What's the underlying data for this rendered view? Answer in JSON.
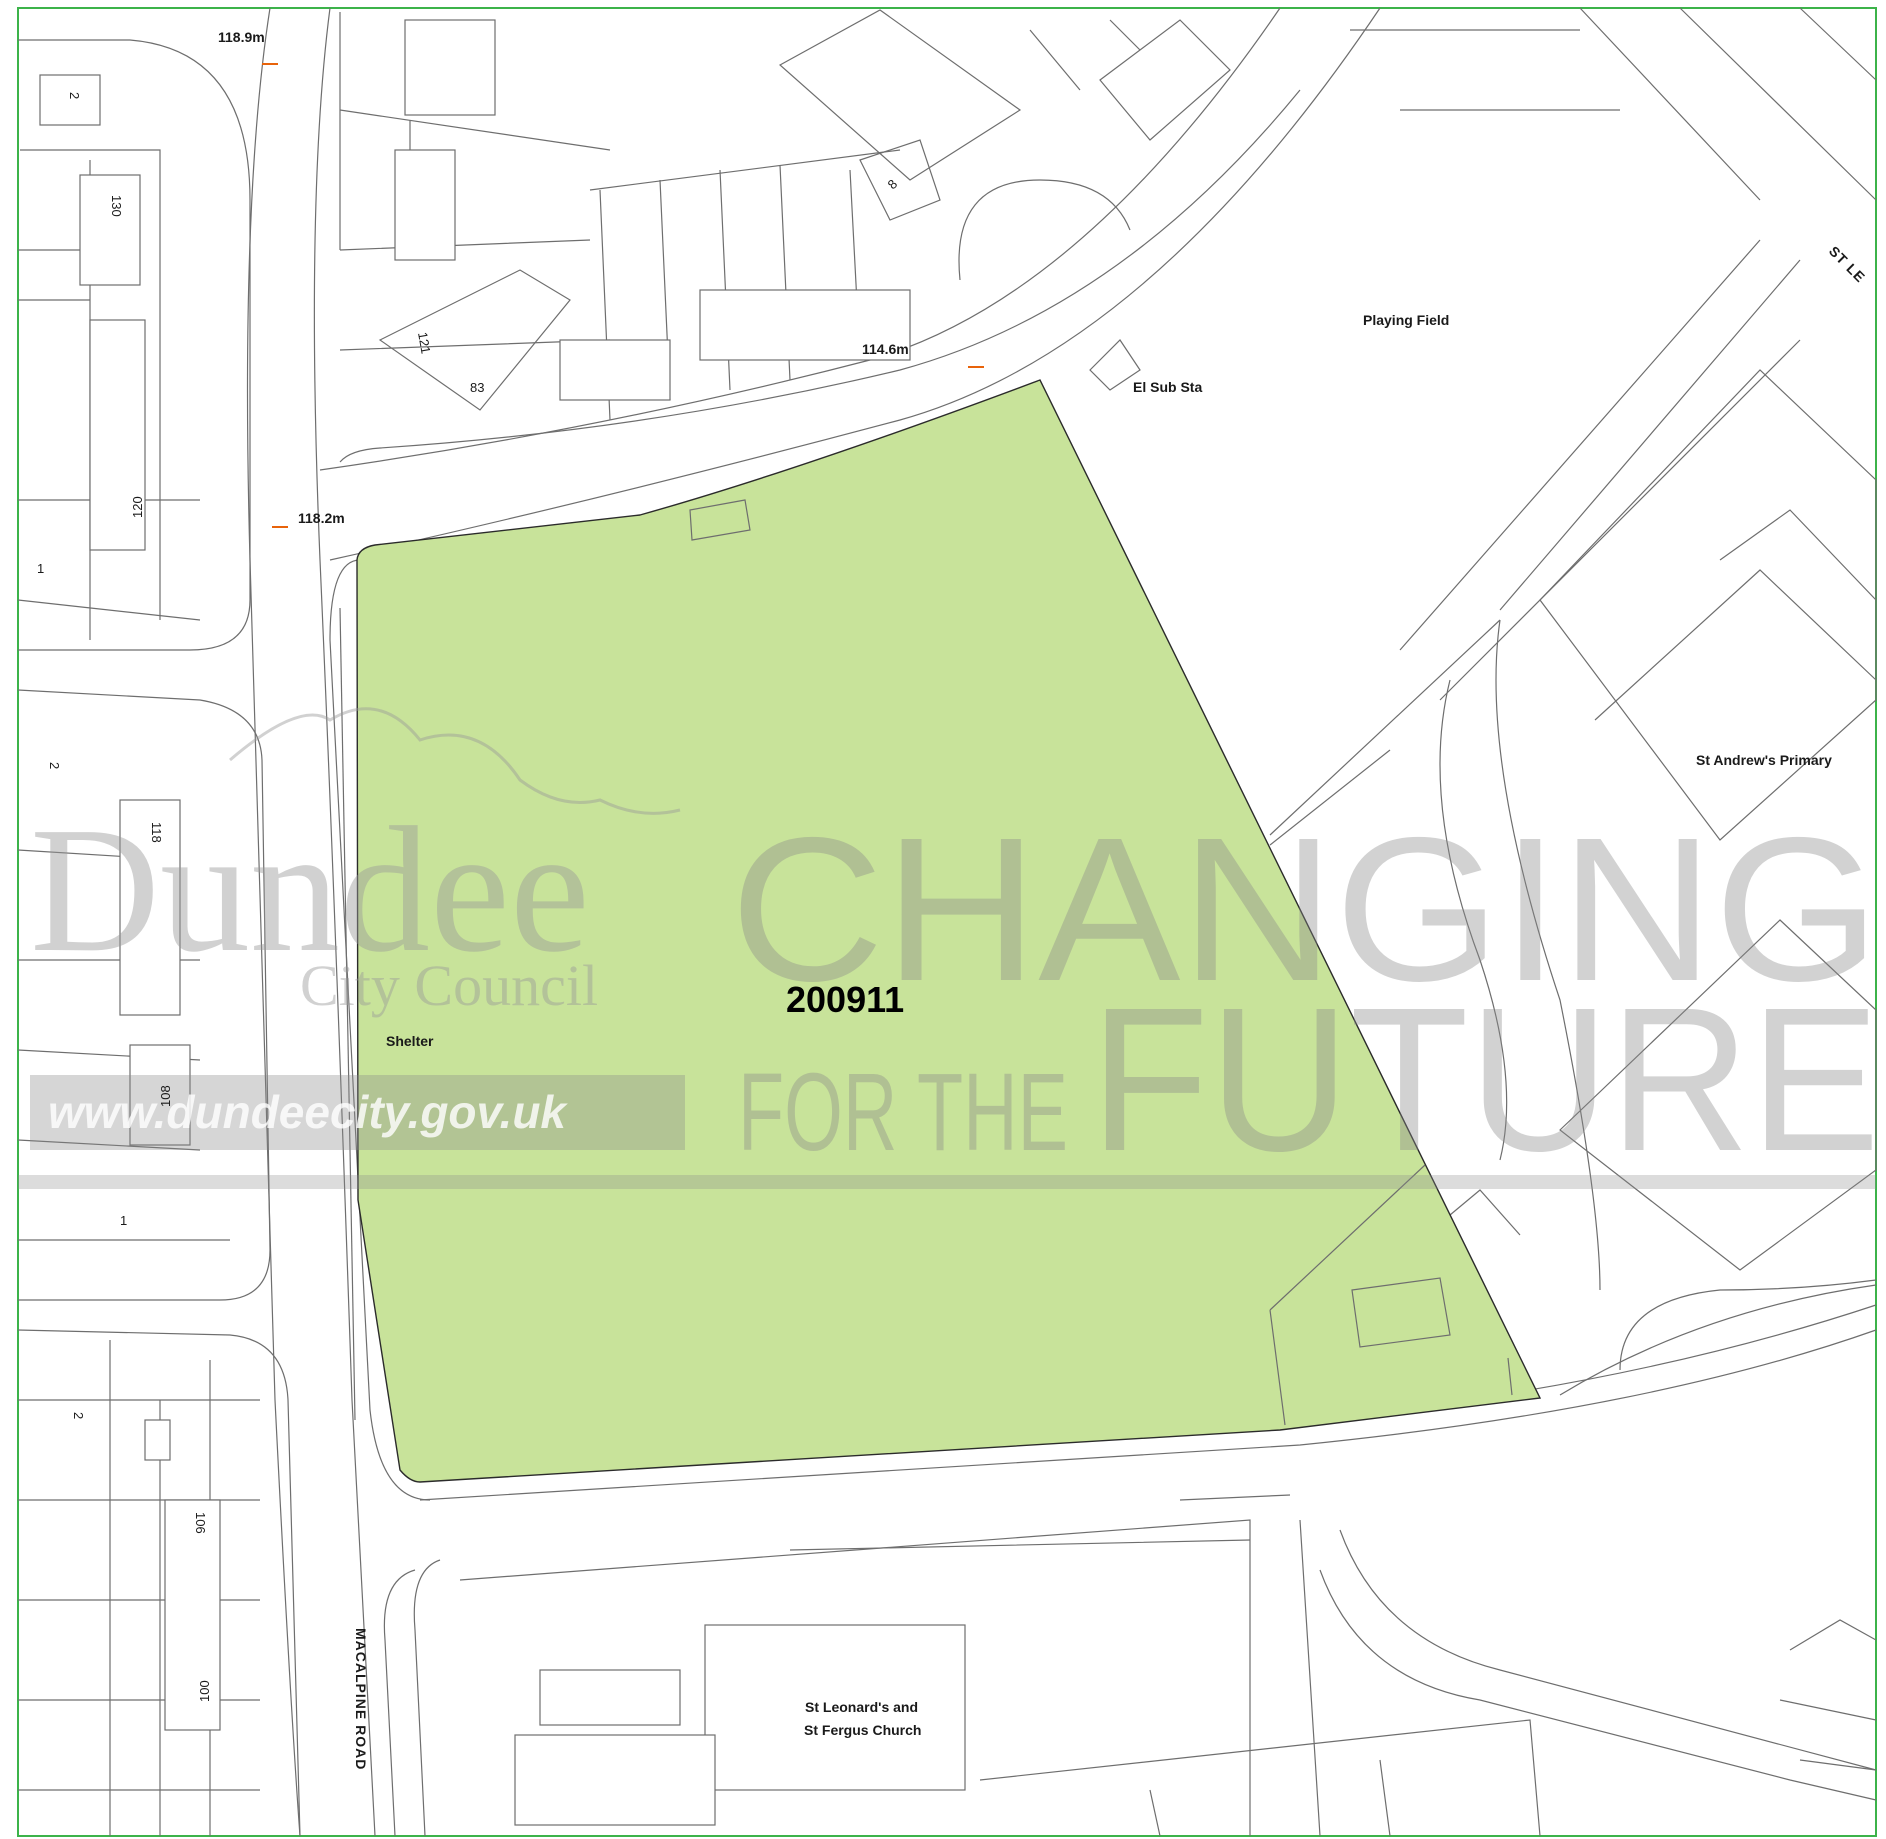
{
  "map": {
    "site_id": "200911",
    "site_fill": "#c8e39a",
    "frame_color": "#3cb34a",
    "labels": {
      "playing_field": "Playing Field",
      "el_sub_sta": "El Sub Sta",
      "st_andrews": "St Andrew's Primary",
      "shelter": "Shelter",
      "church_line1": "St Leonard's and",
      "church_line2": "St Fergus Church",
      "macalpine_road": "MACALPINE ROAD",
      "st_le": "ST LE"
    },
    "spot_heights": {
      "h1": "118.9m",
      "h2": "118.2m",
      "h3": "114.6m"
    },
    "house_numbers": {
      "n2a": "2",
      "n130": "130",
      "n120": "120",
      "n1a": "1",
      "n121": "121",
      "n83": "83",
      "n8": "8",
      "n2b": "2",
      "n118": "118",
      "n108": "108",
      "n1b": "1",
      "n2c": "2",
      "n106": "106",
      "n100": "100"
    },
    "watermark": {
      "dundee": "Dundee",
      "city_council": "City Council",
      "url": "www.dundeecity.gov.uk",
      "changing": "CHANGING",
      "for_the": "FOR THE",
      "future": "FUTURE"
    }
  }
}
